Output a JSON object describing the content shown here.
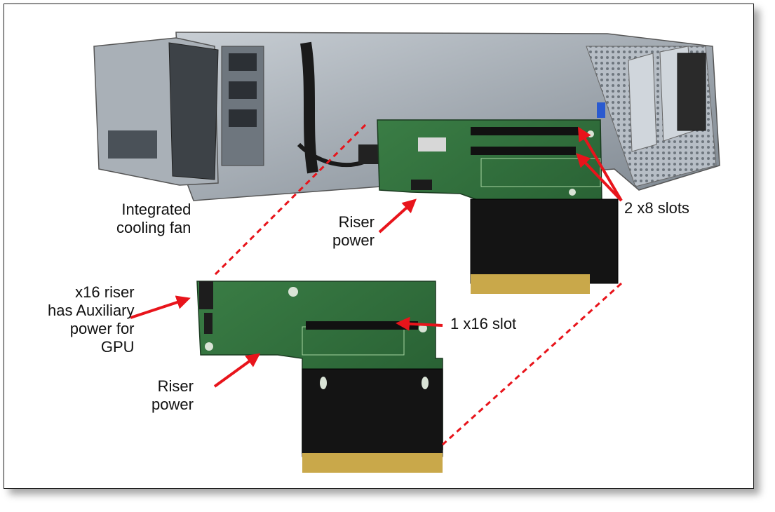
{
  "annotations": {
    "cooling_fan": [
      "Integrated",
      "cooling fan"
    ],
    "riser_power_top": [
      "Riser",
      "power"
    ],
    "x8_slots": "2 x8 slots",
    "aux_power": [
      "x16 riser",
      "has Auxiliary",
      "power for",
      "GPU"
    ],
    "x16_slot": "1 x16 slot",
    "riser_power_bottom": [
      "Riser",
      "power"
    ]
  },
  "colors": {
    "arrow": "#e8141b",
    "pcb": "#2e6b3a",
    "pcb_dark": "#1d4a27",
    "gold": "#c9a84a",
    "metal": "#9aa3ad",
    "metal_dark": "#5d666f",
    "slot": "#111111"
  }
}
